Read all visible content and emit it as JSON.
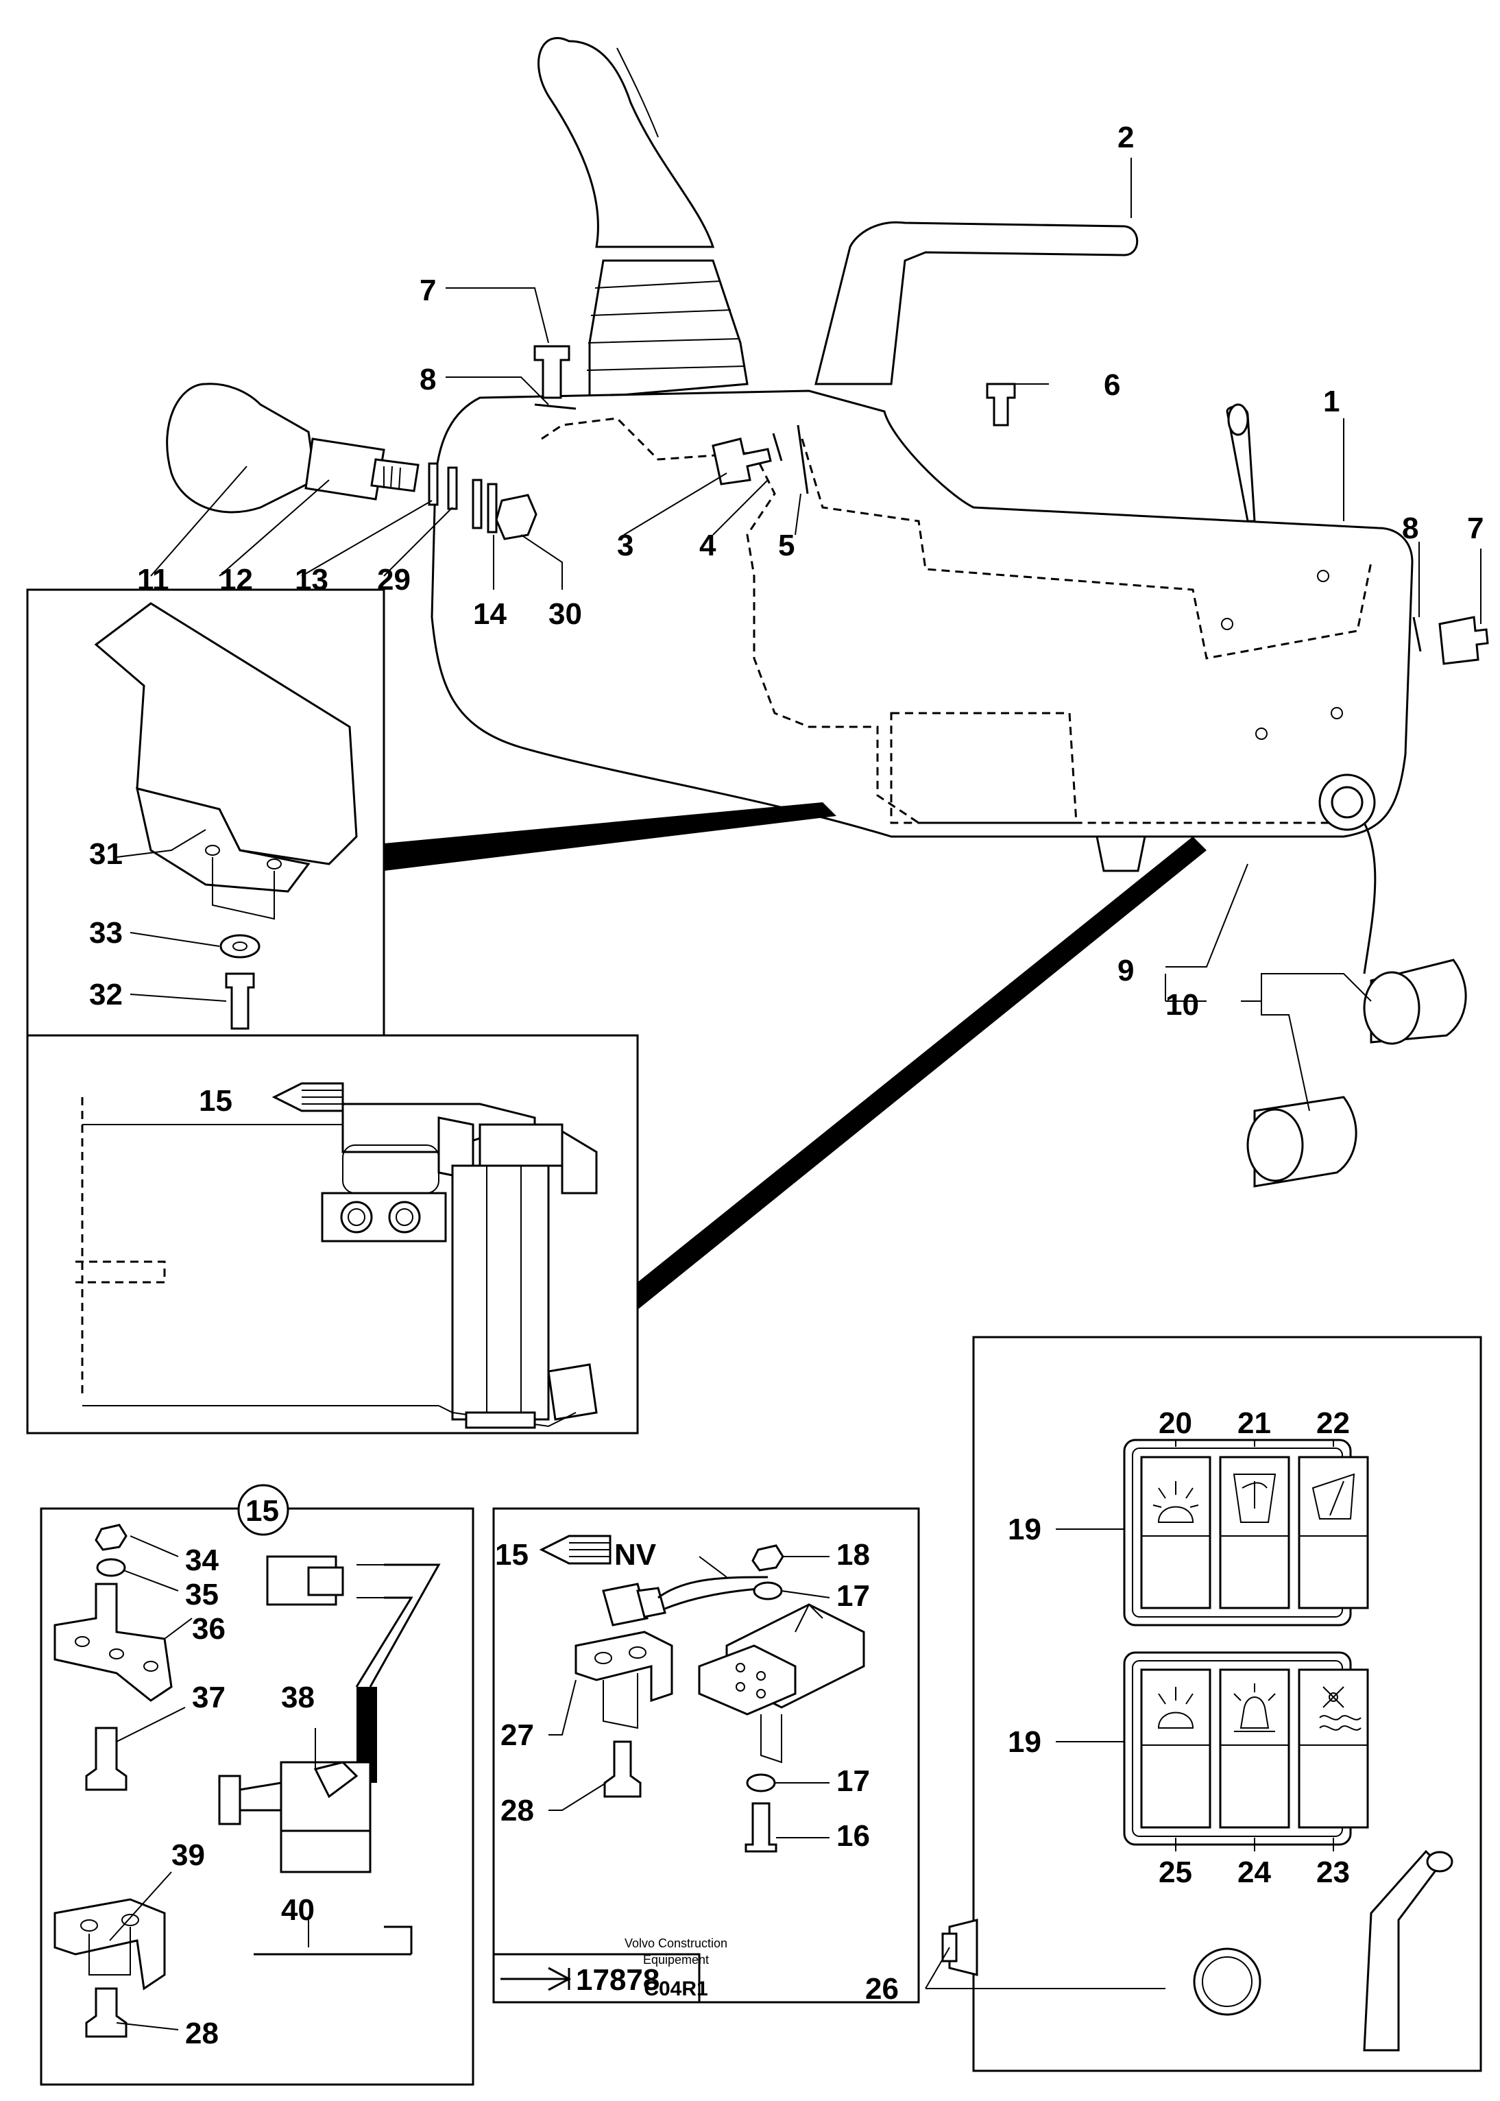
{
  "footer": {
    "brand_line1": "Volvo Construction",
    "brand_line2": "Equipement",
    "code": "C04R1"
  },
  "labels": {
    "l1": "1",
    "l2": "2",
    "l3": "3",
    "l4": "4",
    "l5": "5",
    "l6": "6",
    "l7a": "7",
    "l7b": "7",
    "l8a": "8",
    "l8b": "8",
    "l9": "9",
    "l10": "10",
    "l11": "11",
    "l12": "12",
    "l13": "13",
    "l14": "14",
    "l15a": "15",
    "l15b": "15",
    "l15c": "15",
    "l16": "16",
    "l17a": "17",
    "l17b": "17",
    "l18": "18",
    "l19a": "19",
    "l19b": "19",
    "l20": "20",
    "l21": "21",
    "l22": "22",
    "l23": "23",
    "l24": "24",
    "l25": "25",
    "l26": "26",
    "l27": "27",
    "l28a": "28",
    "l28b": "28",
    "l29": "29",
    "l30": "30",
    "l31": "31",
    "l32": "32",
    "l33": "33",
    "l34": "34",
    "l35": "35",
    "l36": "36",
    "l37": "37",
    "l38": "38",
    "l39": "39",
    "l40": "40",
    "nv": "NV",
    "ref": "17878"
  }
}
